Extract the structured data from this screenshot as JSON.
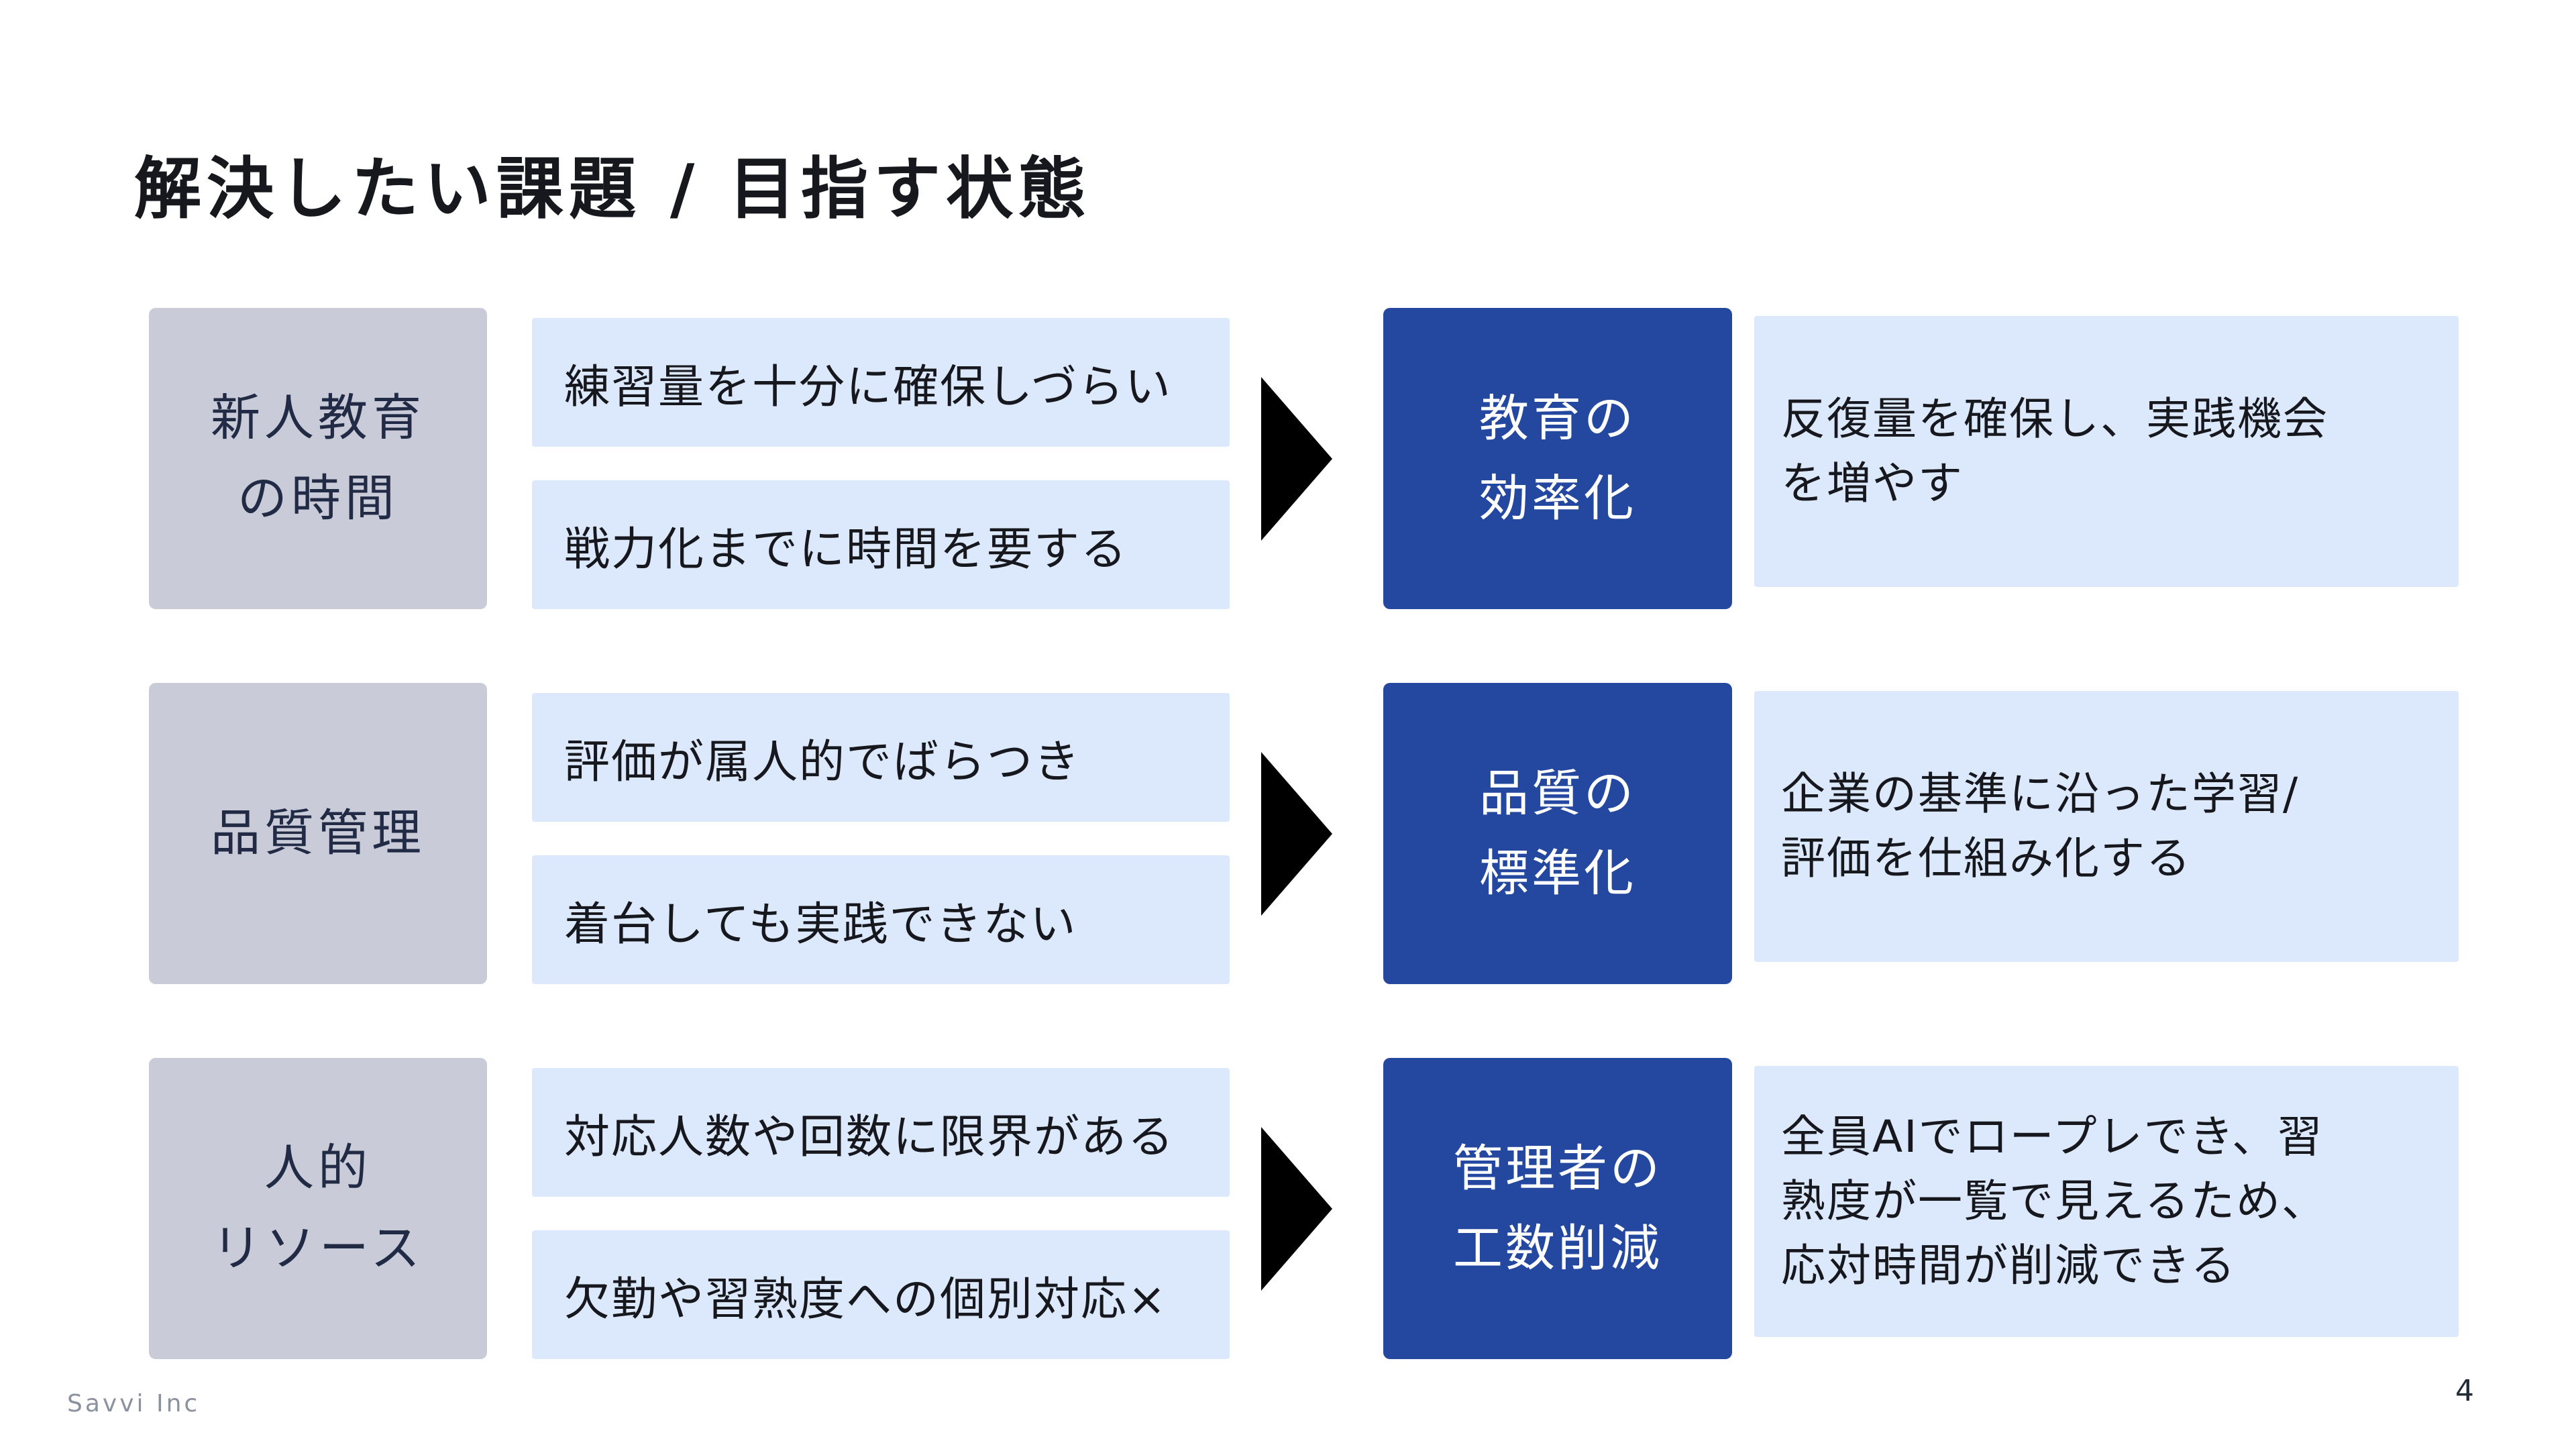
{
  "slide": {
    "title": "解決したい課題 / 目指す状態",
    "footer": {
      "company": "Savvi Inc",
      "page": "4"
    }
  },
  "rows": [
    {
      "category": "新人教育\nの時間",
      "problems": [
        "練習量を十分に確保しづらい",
        "戦力化までに時間を要する"
      ],
      "goal": "教育の\n効率化",
      "outcome": "反復量を確保し、実践機会\nを増やす"
    },
    {
      "category": "品質管理",
      "problems": [
        "評価が属人的でばらつき",
        "着台しても実践できない"
      ],
      "goal": "品質の\n標準化",
      "outcome": "企業の基準に沿った学習/\n評価を仕組み化する"
    },
    {
      "category": "人的\nリソース",
      "problems": [
        "対応人数や回数に限界がある",
        "欠勤や習熟度への個別対応×"
      ],
      "goal": "管理者の\n工数削減",
      "outcome": "全員AIでロープレでき、習\n熟度が一覧で見えるため、\n応対時間が削減できる"
    }
  ],
  "colors": {
    "accent-blue": "#24489f",
    "light-blue": "#dce8fb",
    "category-gray": "#c9ccd8",
    "category-text": "#222b45",
    "text-dark": "#16181d",
    "footer-gray": "#8b919e",
    "arrow-black": "#000000",
    "background": "#ffffff"
  }
}
